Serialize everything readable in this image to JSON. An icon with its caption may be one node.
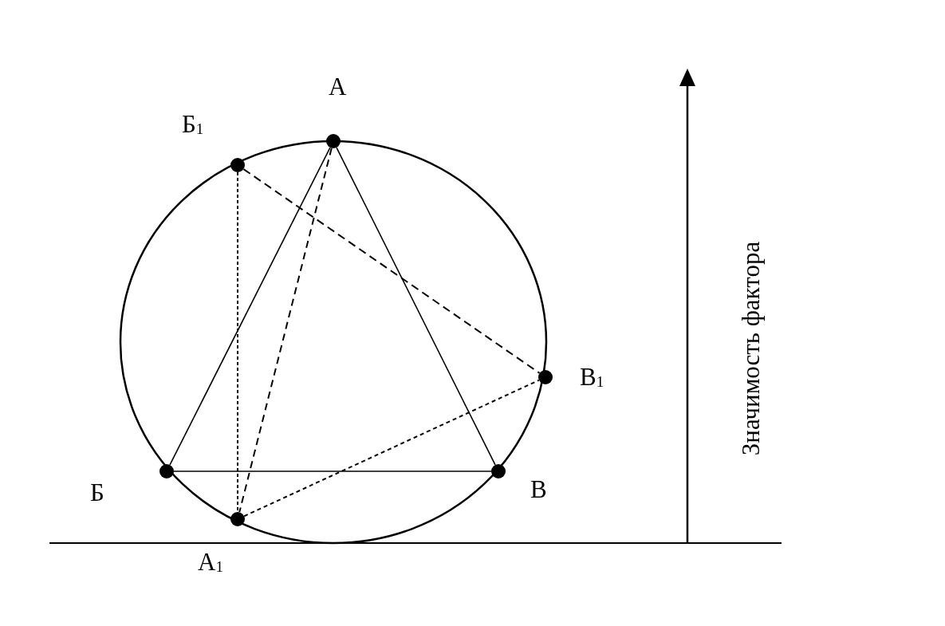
{
  "diagram": {
    "nodes": [
      {
        "text": [],
        "shape": "circle",
        "beside": [
          "Б$_{1}$"
        ]
      },
      {
        "text": [],
        "shape": "circle",
        "beside": [
          "А"
        ]
      },
      {
        "text": [],
        "shape": "circle",
        "beside": [
          "В$_{1}$"
        ]
      },
      {
        "text": [],
        "shape": "circle",
        "beside": [
          "Б"
        ]
      },
      {
        "text": [],
        "shape": "circle",
        "beside": [
          "В"
        ]
      },
      {
        "text": [],
        "shape": "circle",
        "beside": [
          "А$_{1}$"
        ]
      }
    ],
    "edges": [
      {
        "from": 1,
        "to": 3,
        "arrow": "none"
      },
      {
        "from": 1,
        "to": 4,
        "arrow": "none"
      },
      {
        "from": 3,
        "to": 4,
        "arrow": "none"
      },
      {
        "from": 1,
        "to": 5,
        "arrow": "none",
        "style": "dashed"
      },
      {
        "from": 0,
        "to": 2,
        "arrow": "none",
        "style": "dashed"
      },
      {
        "from": 0,
        "to": 5,
        "arrow": "none",
        "style": "dashed"
      },
      {
        "from": 5,
        "to": 2,
        "arrow": "none",
        "style": "dashed"
      }
    ],
    "labels": [
      "Значимость фактора"
    ]
  }
}
